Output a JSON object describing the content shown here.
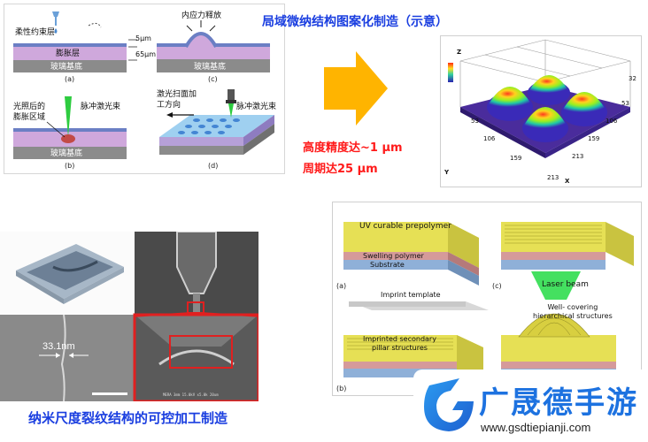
{
  "top_left_panel": {
    "label_constraint": "柔性约束层",
    "label_expand": "膨胀层",
    "label_glass": "玻璃基底",
    "label_5um": "5μm",
    "label_65um": "65μm",
    "caption_a": "(a)",
    "label_stress": "内应力释放",
    "label_glass_c": "玻璃基底",
    "caption_c": "(c)",
    "label_lit_region": "光照后的\n膨胀区域",
    "label_pulse_b": "脉冲激光束",
    "label_glass_b": "玻璃基底",
    "caption_b": "(b)",
    "label_scan": "激光扫面加\n工方向",
    "label_pulse_d": "脉冲激光束",
    "caption_d": "(d)"
  },
  "top_title": "局域微纳结构图案化制造（示意）",
  "red_text_1": "高度精度达~1 μm",
  "red_text_2": "周期达25 μm",
  "plot3d": {
    "z_label": "Z",
    "y_label": "Y",
    "x_label": "X",
    "ticks_left": [
      "53",
      "106",
      "159",
      "213"
    ],
    "ticks_right": [
      "32",
      "53",
      "106",
      "159",
      "213"
    ],
    "ticks_bottom": [
      "53",
      "106",
      "159",
      "213"
    ]
  },
  "bottom_right_panel": {
    "top_a_label": "UV curable prepolymer",
    "swelling": "Swelling polymer",
    "substrate": "Substrate",
    "caption_a": "(a)",
    "laser": "Laser beam",
    "caption_c": "(c)",
    "imprint_template": "Imprint template",
    "imprinted": "Imprinted secondary\npillar structures",
    "caption_b": "(b)",
    "well_covering": "Well- covering\nhierarchical structures"
  },
  "bottom_left": {
    "measure_label": "33.1nm",
    "sem_footer": "MERA 3mm 15.0kV x5.0k  20um"
  },
  "bottom_caption": "纳米尺度裂纹结构的可控加工制造",
  "watermark": {
    "brand": "广晟德手游",
    "url": "www.gsdtiepianji.com"
  },
  "colors": {
    "title_blue": "#1a3ee0",
    "red": "#ff1a1a",
    "arrow_orange": "#ffb400"
  }
}
